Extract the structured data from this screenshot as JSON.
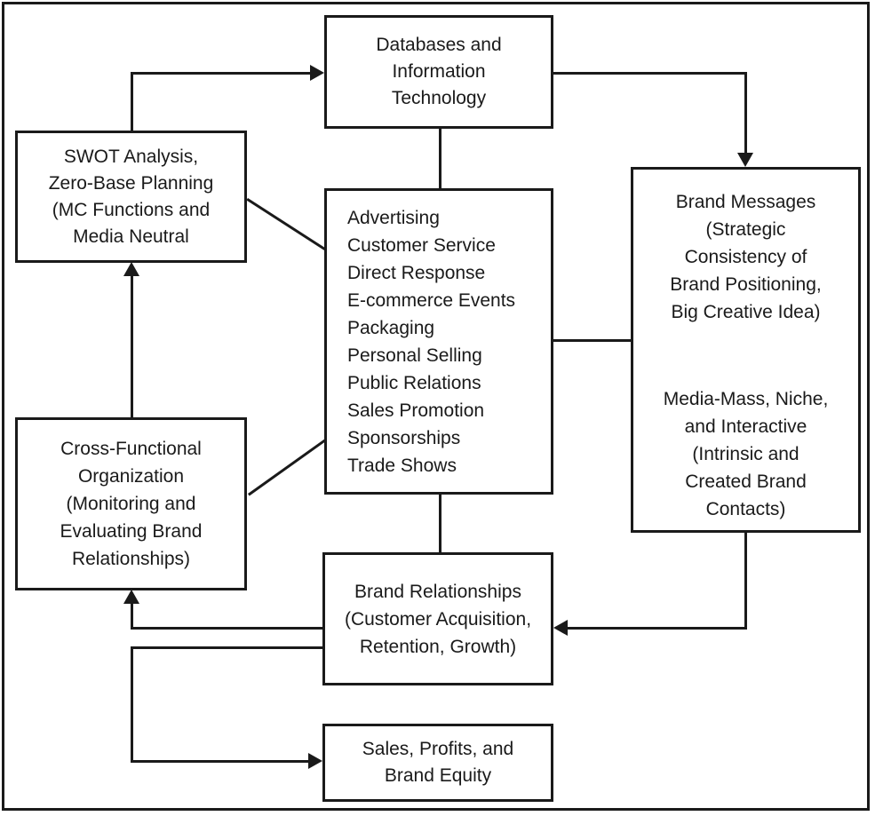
{
  "diagram": {
    "colors": {
      "line": "#1a1a1a",
      "text": "#1a1a1a",
      "background": "#ffffff"
    },
    "boxes": {
      "databases": {
        "text": "Databases and\nInformation\nTechnology"
      },
      "swot": {
        "text": "SWOT Analysis,\nZero-Base Planning\n(MC Functions and\nMedia Neutral"
      },
      "mc_functions": {
        "items": [
          "Advertising",
          "Customer Service",
          "Direct Response",
          "E-commerce Events",
          "Packaging",
          "Personal Selling",
          "Public Relations",
          "Sales Promotion",
          "Sponsorships",
          "Trade Shows"
        ]
      },
      "brand_messages": {
        "text_top": "Brand Messages\n(Strategic\nConsistency of\nBrand Positioning,\nBig Creative Idea)",
        "text_bottom": "Media-Mass, Niche,\nand Interactive\n(Intrinsic and\nCreated Brand\nContacts)"
      },
      "cross_functional": {
        "text": "Cross-Functional\nOrganization\n(Monitoring and\nEvaluating Brand\nRelationships)"
      },
      "brand_relationships": {
        "text": "Brand Relationships\n(Customer Acquisition,\nRetention, Growth)"
      },
      "sales": {
        "text": "Sales, Profits, and\nBrand Equity"
      }
    }
  }
}
